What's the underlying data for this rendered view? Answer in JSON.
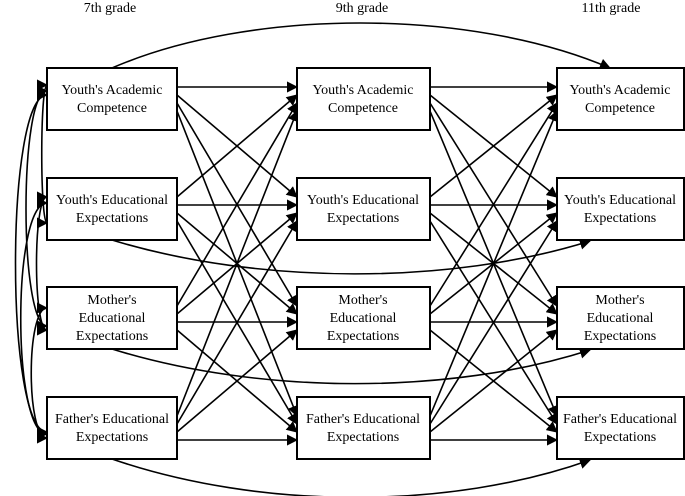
{
  "headers": [
    "7th grade",
    "9th grade",
    "11th grade"
  ],
  "constructs": [
    [
      "Youth's Academic",
      "Competence"
    ],
    [
      "Youth's Educational",
      "Expectations"
    ],
    [
      "Mother's",
      "Educational",
      "Expectations"
    ],
    [
      "Father's Educational",
      "Expectations"
    ]
  ],
  "colors": {
    "line": "#000000",
    "box_fill": "#ffffff"
  }
}
